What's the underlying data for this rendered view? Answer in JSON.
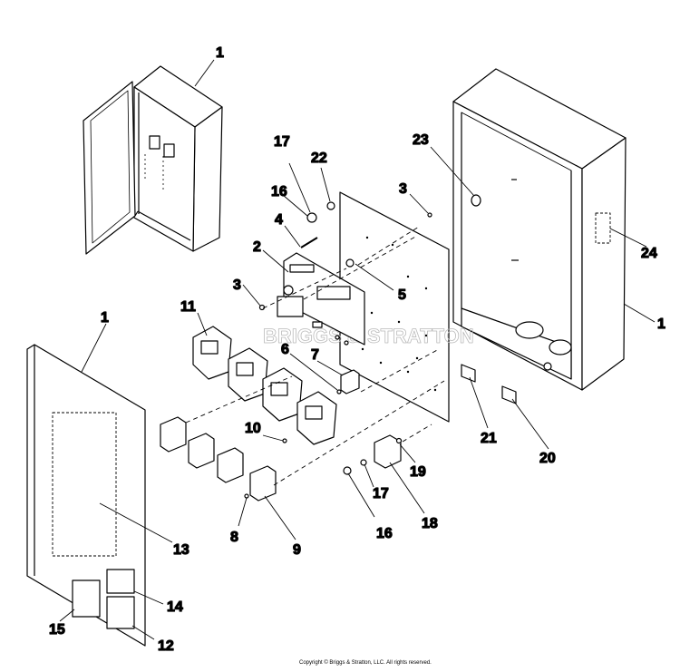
{
  "diagram": {
    "type": "exploded-parts-view",
    "watermark": "BRIGGS & STRATTON",
    "copyright": "Copyright © Briggs & Stratton, LLC. All rights reserved.",
    "callouts": {
      "c1a": "1",
      "c1b": "1",
      "c1c": "1",
      "c2": "2",
      "c3a": "3",
      "c3b": "3",
      "c4": "4",
      "c5": "5",
      "c6": "6",
      "c7": "7",
      "c8": "8",
      "c9": "9",
      "c10": "10",
      "c11": "11",
      "c12": "12",
      "c13": "13",
      "c14": "14",
      "c15": "15",
      "c16a": "16",
      "c16b": "16",
      "c17a": "17",
      "c17b": "17",
      "c18": "18",
      "c19": "19",
      "c20": "20",
      "c21": "21",
      "c22": "22",
      "c23": "23",
      "c24": "24"
    }
  }
}
